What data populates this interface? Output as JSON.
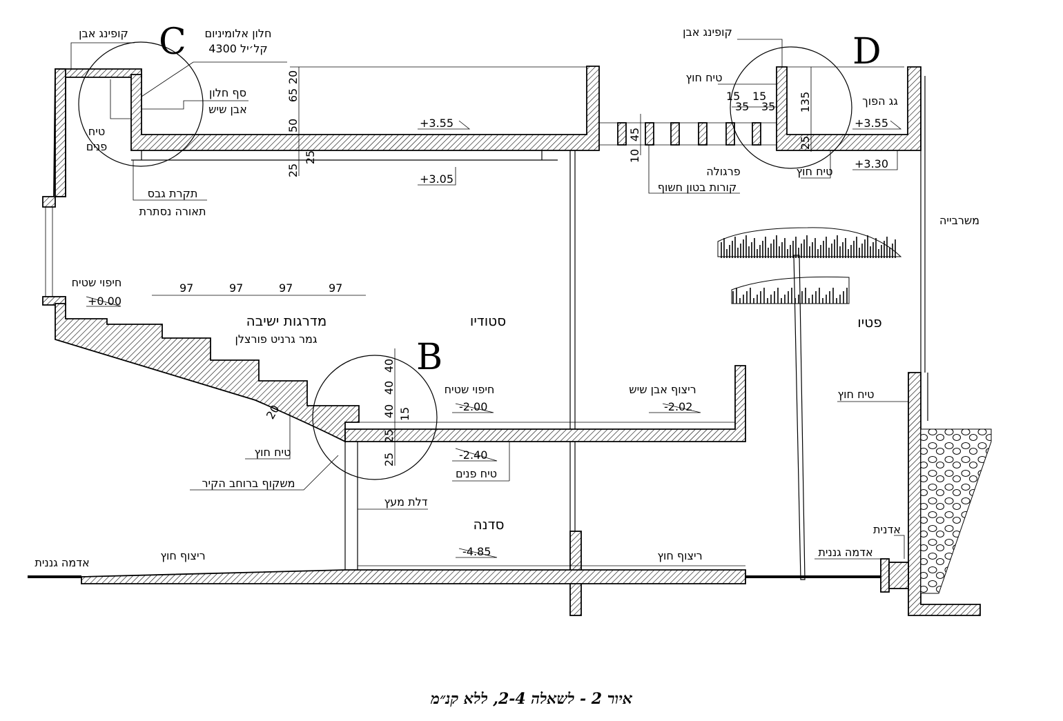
{
  "details": {
    "C": "C",
    "D": "D",
    "B": "B"
  },
  "labels": {
    "coping_left": "קופינג אבן",
    "alu_window_1": "חלון אלומיניום",
    "alu_window_2": "קל׳יל 4300",
    "sill_1": "סף חלון",
    "sill_2": "אבן שיש",
    "inner_plaster_1": "טיח",
    "inner_plaster_2": "פנים",
    "gypsum_1": "תקרת גבס",
    "gypsum_2": "תאורה נסתרת",
    "coping_right": "קופינג אבן",
    "outer_plaster_top": "טיח חוץ",
    "inverted_roof": "גג הפוך",
    "outer_plaster_d": "טיח חוץ",
    "pergola_1": "פרגולה",
    "pergola_2": "קורות בטון חשוף",
    "mashrabiya": "משרבייה",
    "patio": "פטיו",
    "outer_plaster_patio": "טיח חוץ",
    "planter": "אדנית",
    "garden_soil_right": "אדמה גננית",
    "garden_soil_left": "אדמה גננית",
    "outer_paving_left": "ריצוף חוץ",
    "outer_paving_right": "ריצוף חוץ",
    "workshop": "סדנה",
    "wood_door": "דלת מעץ",
    "frame": "משקוף ברוחב הקיר",
    "outer_plaster_b": "טיח חוץ",
    "inner_plaster_b": "טיח פנים",
    "floor_finish_1": "חיפוי שטיח",
    "floor_finish_2": "חיפוי שטיח",
    "marble_floor": "ריצוף אבן שיש",
    "studio": "סטודיו",
    "seating_steps": "מדרגות ישיבה",
    "granite_finish": "גמר גרניט פורצלן"
  },
  "levels": {
    "l355a": "+3.55",
    "l305": "+3.05",
    "l355b": "+3.55",
    "l330": "+3.30",
    "l000": "+0.00",
    "l200": "-2.00",
    "l202": "-2.02",
    "l240": "-2.40",
    "l485": "-4.85"
  },
  "dims": {
    "d20": "20",
    "d65": "65",
    "d50": "50",
    "d25a": "25",
    "d25b": "25",
    "d15a": "15",
    "d35a": "35",
    "d15b": "15",
    "d35b": "35",
    "d135": "135",
    "d25c": "25",
    "d45": "45",
    "d10": "10",
    "step1": "97",
    "step2": "97",
    "step3": "97",
    "step4": "97",
    "b40a": "40",
    "b40b": "40",
    "b40c": "40",
    "b15": "15",
    "b25a": "25",
    "b25b": "25",
    "b20": "20"
  },
  "caption": "איור 2 - לשאלה 2-4, ללא קנ״מ"
}
